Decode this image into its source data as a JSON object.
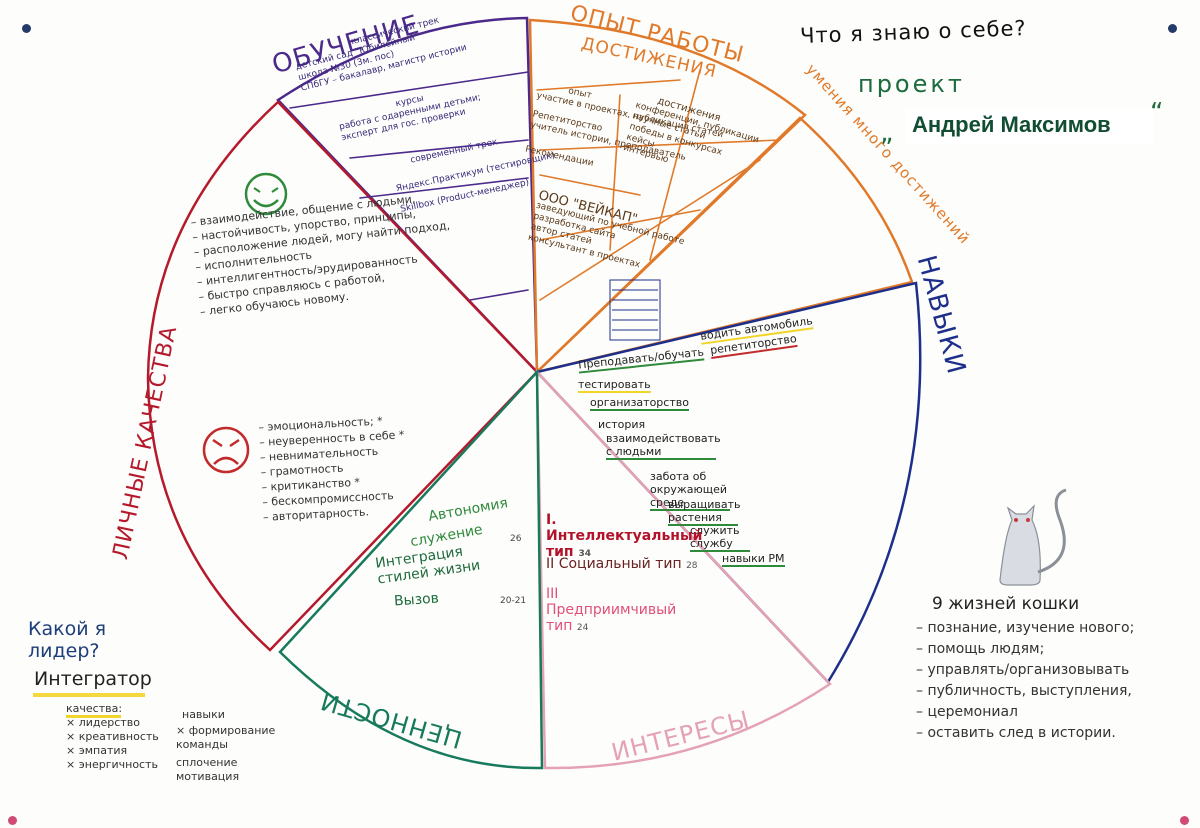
{
  "header": {
    "question": "Что я знаю о себе?",
    "project_label": "проект",
    "author": "Андрей Максимов",
    "quote_open": "„",
    "quote_close": "“"
  },
  "wheel": {
    "sections": [
      {
        "key": "education",
        "label": "ОБУЧЕНИЕ",
        "color": "#4b2a8c"
      },
      {
        "key": "experience",
        "label": "ОПЫТ РАБОТЫ",
        "color": "#e07a2a"
      },
      {
        "key": "achievements",
        "label": "ДОСТИЖЕНИЯ",
        "color": "#e07a2a"
      },
      {
        "key": "skills_sector",
        "label": "умения много достижений",
        "color": "#e07a2a"
      },
      {
        "key": "skills",
        "label": "НАВЫКИ",
        "color": "#1d2f8a"
      },
      {
        "key": "interests",
        "label": "ИНТЕРЕСЫ",
        "color": "#e5a2b4"
      },
      {
        "key": "values",
        "label": "ЦЕННОСТИ",
        "color": "#177a5c"
      },
      {
        "key": "personal",
        "label": "ЛИЧНЫЕ КАЧЕСТВА",
        "color": "#b51a2c"
      }
    ],
    "education_items": [
      "классический трек",
      "детский сад \"Юбилейный\"",
      "школа №30 (3м. пос)",
      "СПбГУ – бакалавр, магистр истории",
      "курсы",
      "работа с одаренными детьми;",
      "эксперт для гос. проверки",
      "современный трек",
      "Яндекс.Практикум (тестировщик)",
      "Skillbox (Product-менеджер)"
    ],
    "experience_items": [
      "опыт",
      "участие в проектах, публикация статей",
      "Репетиторство",
      "учитель истории, преподаватель",
      "Рекомендации",
      "ООО \"ВЕЙКАП\"",
      "заведующий по учебной работе",
      "разработка сайта",
      "автор статей",
      "консультант в проектах"
    ],
    "achievement_items": [
      "достижения",
      "конференции, публикации",
      "научные статьи",
      "победы в конкурсах",
      "кейсы",
      "интервью"
    ],
    "positive_face": "☺",
    "negative_face": "☹",
    "positive_qualities": [
      "взаимодействие, общение с людьми,",
      "настойчивость, упорство, принципы,",
      "расположение людей, могу найти подход,",
      "исполнительность",
      "интеллигентность/эрудированность",
      "быстро справляюсь с работой,",
      "легко обучаюсь новому."
    ],
    "negative_qualities": [
      "эмоциональность;",
      "неуверенность в себе",
      "невнимательность",
      "грамотность",
      "критиканство",
      "бескомпромиссность",
      "авторитарность."
    ],
    "star_marks": [
      "*",
      "*",
      "*"
    ],
    "skills": [
      "Преподавать/обучать",
      "водить автомобиль",
      "репетиторство",
      "тестировать",
      "организаторство",
      "история",
      "взаимодействовать с людьми",
      "забота об окружающей среде",
      "выращивать растения",
      "служить службу",
      "навыки PM"
    ],
    "interests": {
      "type1": "I. Интеллектуальный тип",
      "type1_num": "34",
      "type2": "II Социальный тип",
      "type2_num": "28",
      "type3": "III Предприимчивый тип",
      "type3_num": "24"
    },
    "values": {
      "group1": [
        "Автономия",
        "служение"
      ],
      "group1_num": "26",
      "group2": [
        "Интеграция стилей жизни",
        "Вызов"
      ],
      "group2_num": "20-21"
    }
  },
  "leader": {
    "question": "Какой я лидер?",
    "answer": "Интегратор",
    "qualities_title": "качества:",
    "qualities": [
      "лидерство",
      "креативность",
      "эмпатия",
      "энергичность"
    ],
    "skills_title": "навыки",
    "skills": [
      "формирование команды",
      "сплочение",
      "мотивация"
    ]
  },
  "cat": {
    "title": "9 жизней кошки",
    "items": [
      "познание, изучение нового;",
      "помощь людям;",
      "управлять/организовывать",
      "публичность, выступления,",
      "церемониал",
      "оставить след в истории."
    ]
  },
  "colors": {
    "education": "#4b2a8c",
    "experience": "#e07a2a",
    "skills": "#1d2f8a",
    "interests": "#e5a2b4",
    "values": "#177a5c",
    "personal": "#b51a2c",
    "project": "#1b6b3c"
  }
}
